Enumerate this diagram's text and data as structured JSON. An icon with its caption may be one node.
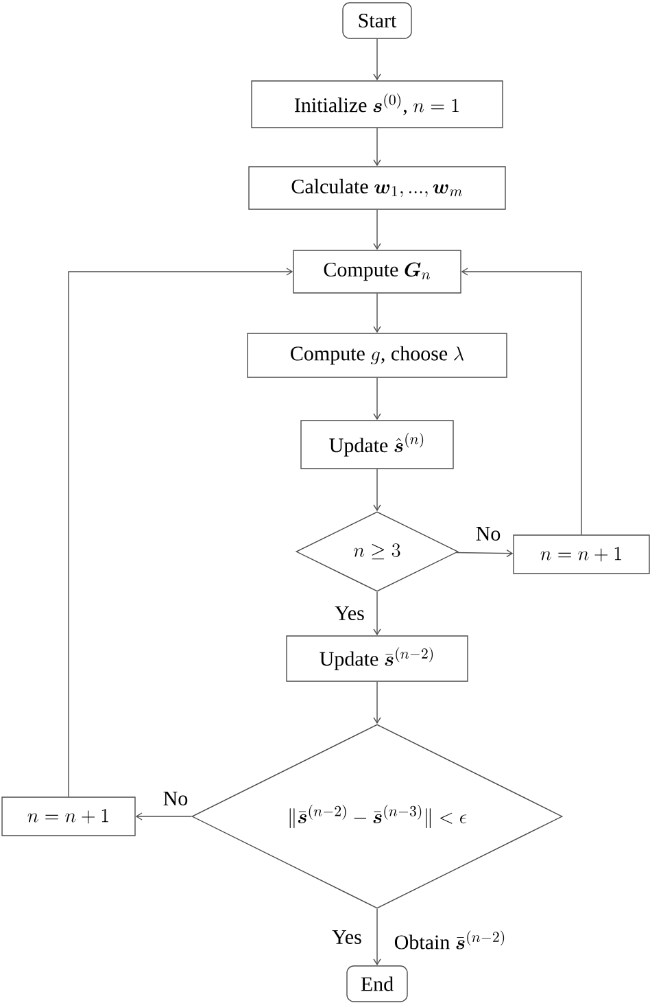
{
  "diagram": {
    "nodes": [
      {
        "text": [
          "\\text{Start}"
        ]
      },
      {
        "text": [
          "\\text{Initialize }\\boldsymbol{s}^{(0)}\\text{, }n=1"
        ]
      },
      {
        "text": [
          "\\text{Calculate }\\boldsymbol{w}_1,...,\\boldsymbol{w}_m"
        ]
      },
      {
        "text": [
          "\\text{Compute }\\boldsymbol{G}_n"
        ]
      },
      {
        "text": [
          "\\text{Compute }g\\text{, choose }\\lambda"
        ]
      },
      {
        "text": [
          "\\text{Update }\\hat{\\boldsymbol{s}}^{(n)}"
        ]
      },
      {
        "text": [
          "n\\geq 3"
        ]
      },
      {
        "text": [
          "n=n+1"
        ]
      },
      {
        "text": [
          "\\text{Update }\\bar{\\boldsymbol{s}}^{(n-2)}"
        ]
      },
      {
        "text": [
          "\\|\\bar{\\boldsymbol{s}}^{(n-2)}-\\bar{\\boldsymbol{s}}^{(n-3)}\\|<\\epsilon"
        ]
      },
      {
        "text": [
          "n=n+1"
        ]
      },
      {
        "text": [
          "\\text{End}"
        ]
      }
    ],
    "edges": [
      {
        "from": 0,
        "to": 1,
        "arrow": "to"
      },
      {
        "from": 1,
        "to": 2,
        "arrow": "to"
      },
      {
        "from": 2,
        "to": 3,
        "arrow": "to"
      },
      {
        "from": 3,
        "to": 4,
        "arrow": "to"
      },
      {
        "from": 4,
        "to": 5,
        "arrow": "to"
      },
      {
        "from": 5,
        "to": 6,
        "arrow": "to"
      },
      {
        "from": 6,
        "to": 7,
        "arrow": "to",
        "label": "No"
      },
      {
        "from": 7,
        "to": 3,
        "arrow": "to"
      },
      {
        "from": 6,
        "to": 8,
        "arrow": "to",
        "label": "Yes"
      },
      {
        "from": 8,
        "to": 9,
        "arrow": "to"
      },
      {
        "from": 9,
        "to": 10,
        "arrow": "to",
        "label": "No"
      },
      {
        "from": 10,
        "to": 3,
        "arrow": "to"
      },
      {
        "from": 9,
        "to": 11,
        "arrow": "to",
        "label": "Yes"
      }
    ],
    "labels": [
      "\\text{Obtain }\\bar{\\boldsymbol{s}}^{(n-2)}"
    ]
  }
}
